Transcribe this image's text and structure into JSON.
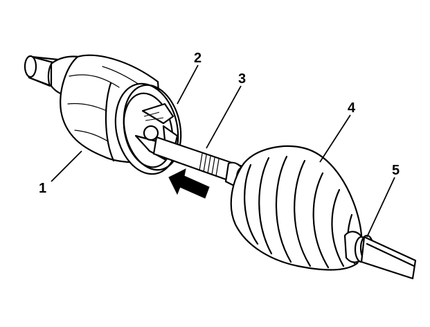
{
  "callouts": [
    {
      "id": "1",
      "label": "1"
    },
    {
      "id": "2",
      "label": "2"
    },
    {
      "id": "3",
      "label": "3"
    },
    {
      "id": "4",
      "label": "4"
    },
    {
      "id": "5",
      "label": "5"
    }
  ],
  "direction_arrow": {
    "icon": "arrow-left-icon"
  },
  "colors": {
    "ink": "#000000",
    "paper": "#ffffff"
  }
}
